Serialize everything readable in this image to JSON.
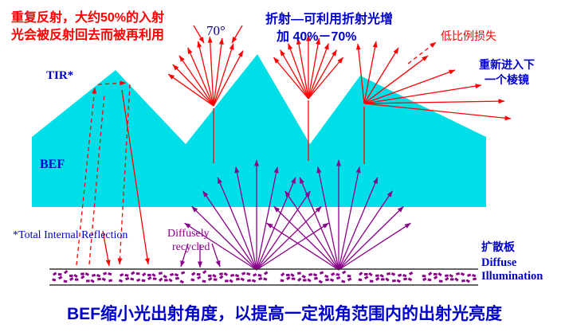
{
  "colors": {
    "prism_fill": "#00DFE8",
    "ray_red": "#FF0000",
    "recycled_purple": "#8B008B",
    "label_blue": "#0000CC",
    "label_red": "#FF0000",
    "plate_line": "#333333"
  },
  "annotations": {
    "recycle_note_line1": "重复反射，大约50%的入射",
    "recycle_note_line2": "光会被反射回去而被再利用",
    "angle_label": "70°",
    "refraction_note_line1": "折射—可利用折射光增",
    "refraction_note_line2": "加 40%－70%",
    "low_loss_label": "低比例损失",
    "reenter_line1": "重新进入下",
    "reenter_line2": "一个棱镜",
    "tir_label": "TIR*",
    "bef_label": "BEF",
    "tir_footnote": "*Total Internal Reflection",
    "diffusely_line1": "Diffusely",
    "diffusely_line2": "recycled",
    "diffuser_plate_label": "扩散板",
    "diffuse_illumination_line1": "Diffuse",
    "diffuse_illumination_line2": "Illumination",
    "caption": "BEF缩小光出射角度，以提高一定视角范围内的出射光亮度"
  }
}
